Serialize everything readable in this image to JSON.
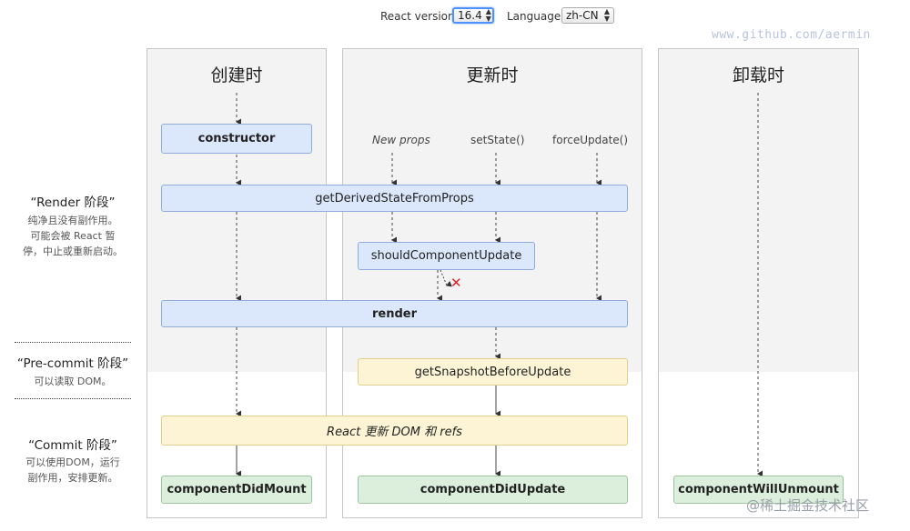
{
  "controls": {
    "react_version_label": "React version",
    "react_version_value": "16.4",
    "language_label": "Language",
    "language_value": "zh-CN"
  },
  "watermarks": {
    "top": "www.github.com/aermin",
    "bottom": "@稀土掘金技术社区"
  },
  "phases": {
    "render": {
      "name": "“Render 阶段”",
      "desc": [
        "纯净且没有副作用。",
        "可能会被 React 暂",
        "停，中止或重新启动。"
      ]
    },
    "precommit": {
      "name": "“Pre-commit 阶段”",
      "desc": [
        "可以读取 DOM。"
      ]
    },
    "commit": {
      "name": "“Commit 阶段”",
      "desc": [
        "可以使用DOM，运行",
        "副作用，安排更新。"
      ]
    }
  },
  "columns": {
    "mount": "创建时",
    "update": "更新时",
    "unmount": "卸载时"
  },
  "triggers": {
    "new_props": "New props",
    "set_state": "setState()",
    "force_update": "forceUpdate()"
  },
  "methods": {
    "constructor": "constructor",
    "get_derived_state": "getDerivedStateFromProps",
    "should_update": "shouldComponentUpdate",
    "render": "render",
    "get_snapshot": "getSnapshotBeforeUpdate",
    "react_updates_dom": "React 更新 DOM 和 refs",
    "did_mount": "componentDidMount",
    "did_update": "componentDidUpdate",
    "will_unmount": "componentWillUnmount"
  },
  "colors": {
    "render_box_fill": "#dbe7fb",
    "precommit_box_fill": "#fcf4d4",
    "commit_box_fill": "#dcefdc",
    "cancel_mark": "#e0202a"
  },
  "icons": {
    "cancel": "cross-mark-icon"
  }
}
